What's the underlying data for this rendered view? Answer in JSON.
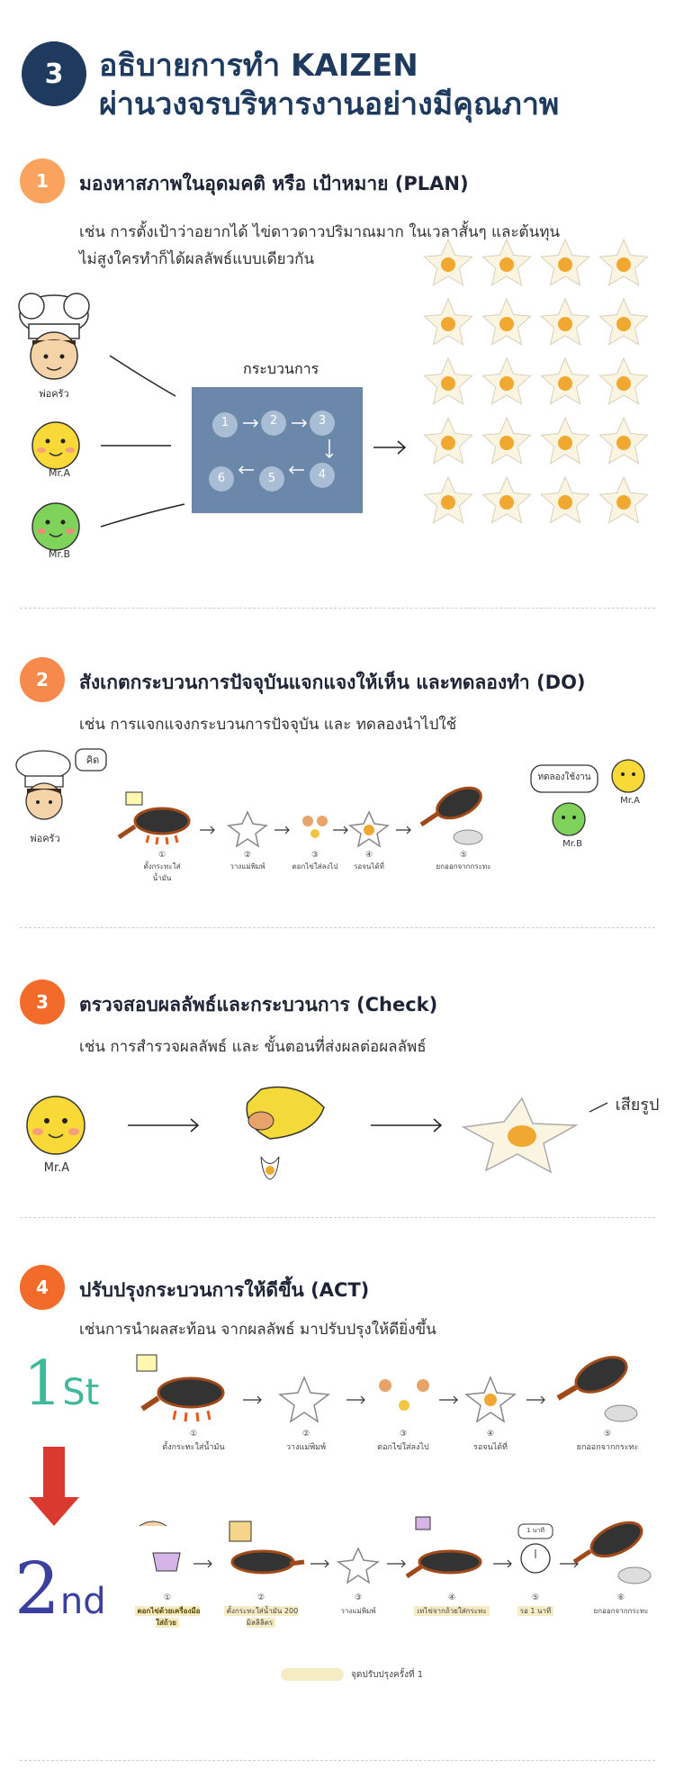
{
  "header": {
    "number": "3",
    "line1": "อธิบายการทำ KAIZEN",
    "line2": "ผ่านวงจรบริหารงานอย่างมีคุณภาพ"
  },
  "steps": [
    {
      "num": "1",
      "title": "มองหาสภาพในอุดมคติ หรือ เป้าหมาย (PLAN)",
      "desc1": "เช่น การตั้งเป้าว่าอยากได้ ไข่ดาวดาวปริมาณมาก ในเวลาสั้นๆ และต้นทุน",
      "desc2": "ไม่สูงใครทำก็ได้ผลลัพธ์แบบเดียวกัน",
      "color": "#f9a35e"
    },
    {
      "num": "2",
      "title": "สังเกตกระบวนการปัจจุบันแจกแจงให้เห็น และทดลองทำ (DO)",
      "desc1": "เช่น การแจกแจงกระบวนการปัจจุบัน และ ทดลองนำไปใช้",
      "color": "#f58a4c"
    },
    {
      "num": "3",
      "title": "ตรวจสอบผลลัพธ์และกระบวนการ (Check)",
      "desc1": "เช่น การสำรวจผลลัพธ์ และ ขั้นตอนที่ส่งผลต่อผลลัพธ์",
      "color": "#f26b2a"
    },
    {
      "num": "4",
      "title": "ปรับปรุงกระบวนการให้ดีขึ้น (ACT)",
      "desc1": "เช่นการนำผลสะท้อน จากผลลัพธ์ มาปรับปรุงให้ดียิ่งขึ้น",
      "color": "#f26b2a"
    }
  ],
  "plan": {
    "chef_label": "พ่อครัว",
    "mra_label": "Mr.A",
    "mrb_label": "Mr.B",
    "process_label": "กระบวนการ",
    "process_nums": [
      "1",
      "2",
      "3",
      "4",
      "5",
      "6"
    ]
  },
  "do": {
    "chef_label": "พ่อครัว",
    "think_bubble": "คิด",
    "try_bubble": "ทดลองใช้งาน",
    "mra_label": "Mr.A",
    "mrb_label": "Mr.B",
    "step_nums": [
      "①",
      "②",
      "③",
      "④",
      "⑤"
    ],
    "step_labels": [
      "ตั้งกระทะใส่น้ำมัน",
      "วางแม่พิมพ์",
      "ตอกไข่ใส่ลงไป",
      "รอจนได้ที่",
      "ยกออกจากกระทะ"
    ]
  },
  "check": {
    "mra_label": "Mr.A",
    "annot": "เสียรูป"
  },
  "act": {
    "first": "1",
    "first_suffix": "St",
    "second": "2",
    "second_suffix": "nd",
    "first_nums": [
      "①",
      "②",
      "③",
      "④",
      "⑤"
    ],
    "first_labels": [
      "ตั้งกระทะใส่น้ำมัน",
      "วางแม่พิมพ์",
      "ตอกไข่ใส่ลงไป",
      "รอจนได้ที่",
      "ยกออกจากกระทะ"
    ],
    "second_nums": [
      "①",
      "②",
      "③",
      "④",
      "⑤",
      "⑥"
    ],
    "second_labels": [
      "ตอกไข่ด้วยเครื่องมือใส่ถ้วย",
      "ตั้งกระทะใส่น้ำมัน 200 มิลลิลิตร",
      "วางแม่พิมพ์",
      "เทไข่จากถ้วยใส่กระทะ",
      "รอ 1 นาที",
      "ยกออกจากกระทะ"
    ],
    "timer_text": "1 นาที",
    "legend": "จุดปรับปรุงครั้งที่ 1"
  }
}
